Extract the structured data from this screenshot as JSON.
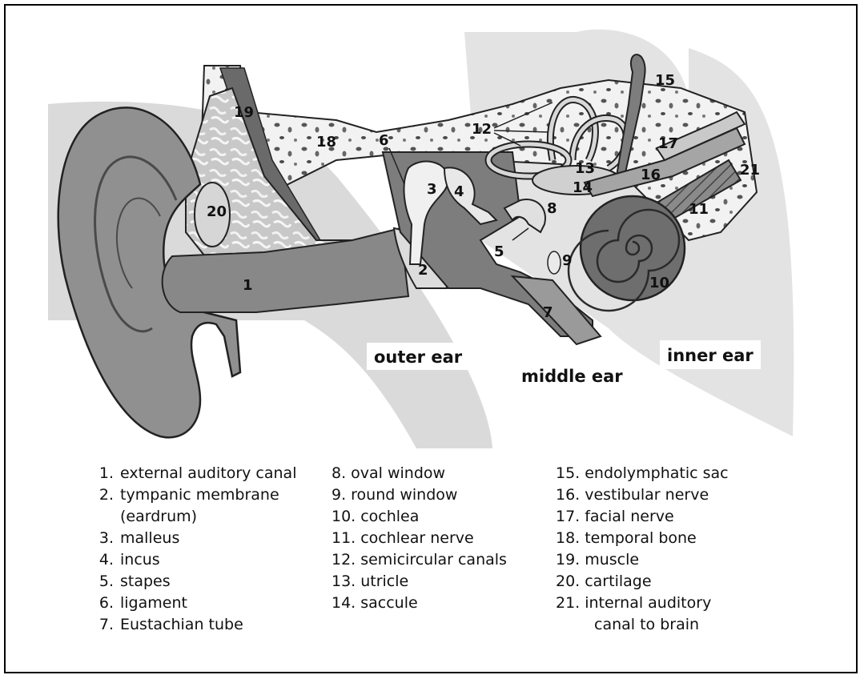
{
  "diagram": {
    "callouts": [
      "1",
      "2",
      "3",
      "4",
      "5",
      "6",
      "7",
      "8",
      "9",
      "10",
      "11",
      "12",
      "13",
      "14",
      "15",
      "16",
      "17",
      "18",
      "19",
      "20",
      "21"
    ],
    "regions": {
      "outer": "outer ear",
      "middle": "middle ear",
      "inner": "inner ear"
    }
  },
  "legend": {
    "col1": [
      {
        "num": "1.",
        "text": "external auditory canal"
      },
      {
        "num": "2.",
        "text": "tympanic membrane",
        "cont": "(eardrum)"
      },
      {
        "num": "3.",
        "text": "malleus"
      },
      {
        "num": "4.",
        "text": "incus"
      },
      {
        "num": "5.",
        "text": "stapes"
      },
      {
        "num": "6.",
        "text": "ligament"
      },
      {
        "num": "7.",
        "text": "Eustachian tube"
      }
    ],
    "col2": [
      {
        "num": "8.",
        "text": "oval window"
      },
      {
        "num": "9.",
        "text": "round window"
      },
      {
        "num": "10.",
        "text": "cochlea"
      },
      {
        "num": "11.",
        "text": "cochlear nerve"
      },
      {
        "num": "12.",
        "text": "semicircular canals"
      },
      {
        "num": "13.",
        "text": "utricle"
      },
      {
        "num": "14.",
        "text": "saccule"
      }
    ],
    "col3": [
      {
        "num": "15.",
        "text": "endolymphatic sac"
      },
      {
        "num": "16.",
        "text": "vestibular nerve"
      },
      {
        "num": "17.",
        "text": "facial nerve"
      },
      {
        "num": "18.",
        "text": "temporal bone"
      },
      {
        "num": "19.",
        "text": "muscle"
      },
      {
        "num": "20.",
        "text": "cartilage"
      },
      {
        "num": "21.",
        "text": "internal auditory",
        "cont": "canal to brain"
      }
    ]
  }
}
